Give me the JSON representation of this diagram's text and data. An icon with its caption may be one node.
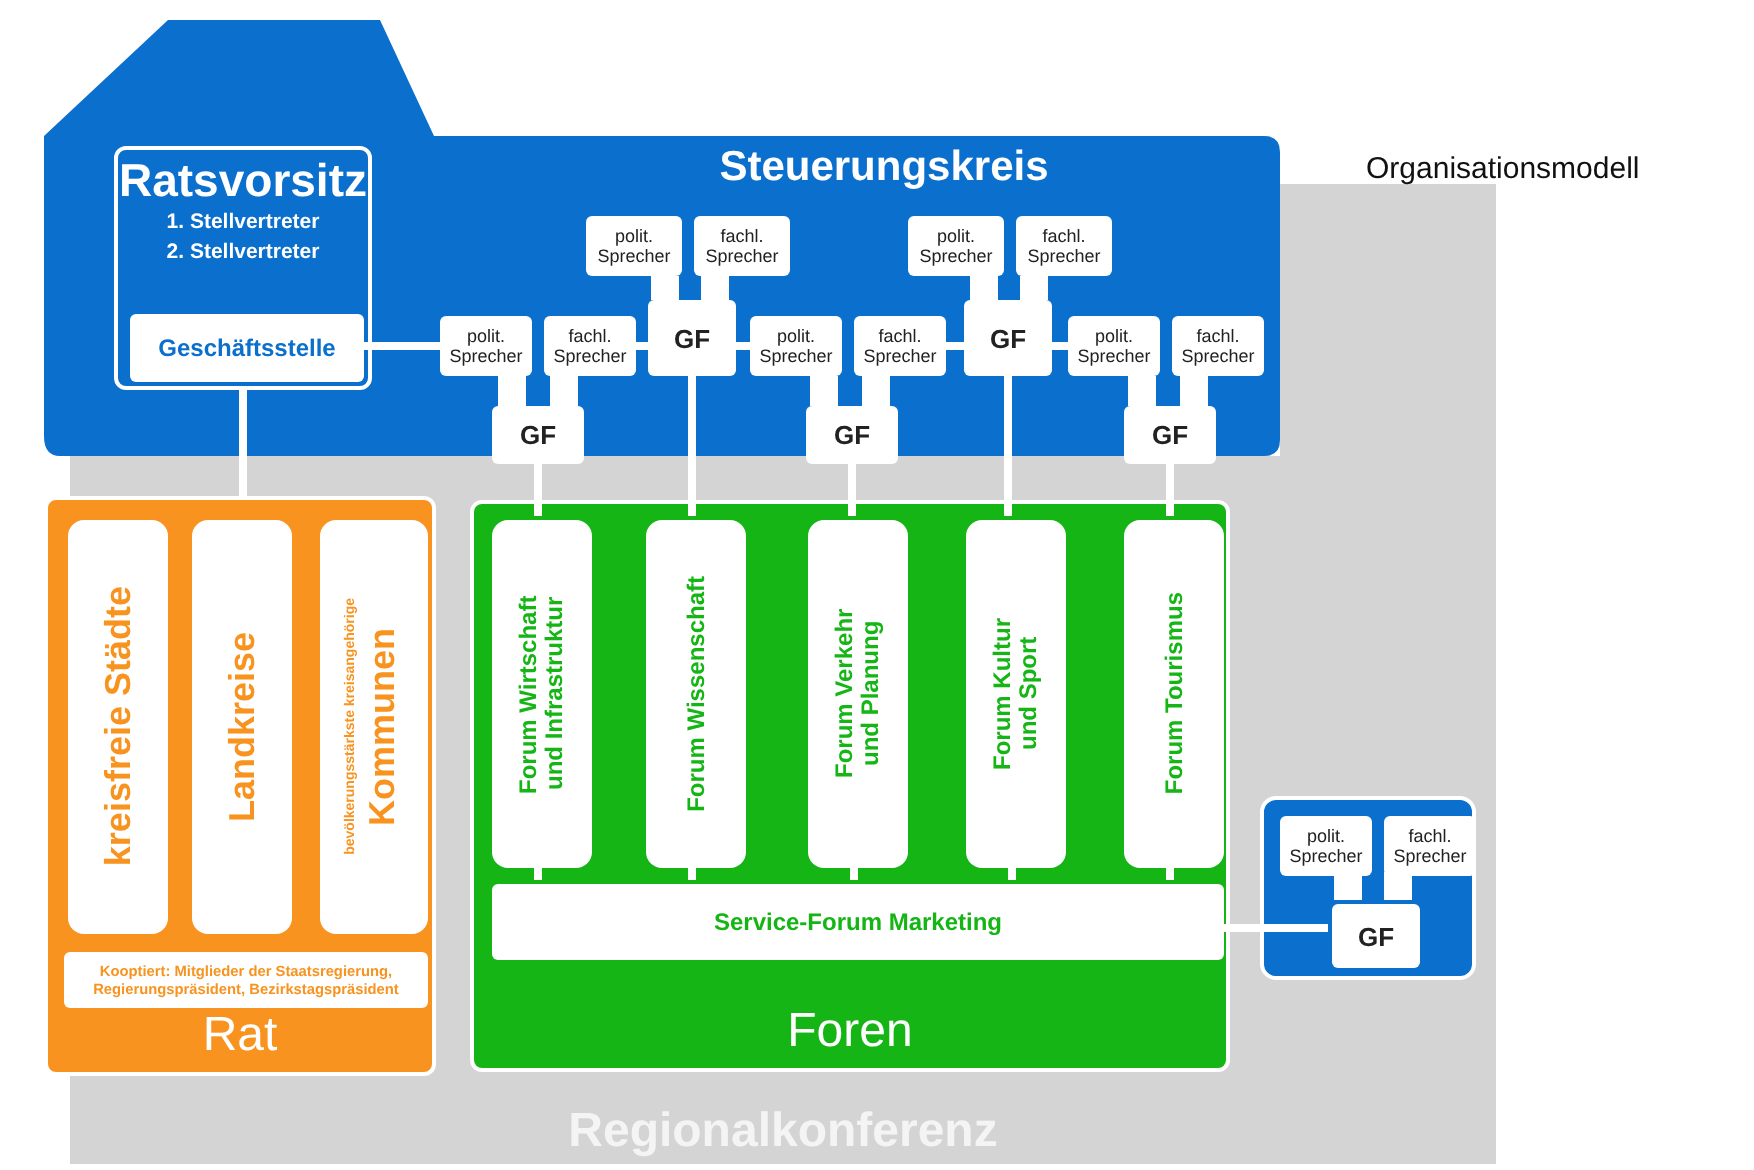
{
  "diagram": {
    "nodes": [
      {
        "text": [
          "Regionalkonferenz"
        ]
      },
      {
        "text": [
          "Steuerungskreis"
        ]
      },
      {
        "text": [
          "Ratsvorsitz",
          "1. Stellvertreter",
          "2. Stellvertreter"
        ],
        "in": 1
      },
      {
        "text": [
          "Geschäftsstelle"
        ],
        "in": 2
      },
      {
        "text": [
          "polit. Sprecher"
        ],
        "in": 1
      },
      {
        "text": [
          "fachl. Sprecher"
        ],
        "in": 1
      },
      {
        "text": [
          "polit. Sprecher"
        ],
        "in": 1
      },
      {
        "text": [
          "fachl. Sprecher"
        ],
        "in": 1
      },
      {
        "text": [
          "polit. Sprecher"
        ],
        "in": 1
      },
      {
        "text": [
          "fachl. Sprecher"
        ],
        "in": 1
      },
      {
        "text": [
          "GF"
        ],
        "in": 1
      },
      {
        "text": [
          "polit. Sprecher"
        ],
        "in": 1
      },
      {
        "text": [
          "fachl. Sprecher"
        ],
        "in": 1
      },
      {
        "text": [
          "GF"
        ],
        "in": 1
      },
      {
        "text": [
          "polit. Sprecher"
        ],
        "in": 1
      },
      {
        "text": [
          "fachl. Sprecher"
        ],
        "in": 1
      },
      {
        "text": [
          "GF"
        ]
      },
      {
        "text": [
          "GF"
        ]
      },
      {
        "text": [
          "GF"
        ]
      },
      {
        "text": [
          "Rat"
        ],
        "in": 0
      },
      {
        "text": [
          "kreisfreie Städte"
        ],
        "in": 19
      },
      {
        "text": [
          "Landkreise"
        ],
        "in": 19
      },
      {
        "text": [
          "bevölkerungsstärkste kreisangehörige",
          "Kommunen"
        ],
        "in": 19
      },
      {
        "text": [
          "Kooptiert: Mitglieder der Staatsregierung, Regierungspräsident, Bezirkstagspräsident"
        ],
        "in": 19
      },
      {
        "text": [
          "Foren"
        ],
        "in": 0
      },
      {
        "text": [
          "Forum Wirtschaft und Infrastruktur"
        ],
        "in": 24
      },
      {
        "text": [
          "Forum Wissenschaft"
        ],
        "in": 24
      },
      {
        "text": [
          "Forum Verkehr und Planung"
        ],
        "in": 24
      },
      {
        "text": [
          "Forum Kultur und Sport"
        ],
        "in": 24
      },
      {
        "text": [
          "Forum Tourismus"
        ],
        "in": 24
      },
      {
        "text": [
          "Service-Forum Marketing"
        ],
        "in": 24
      },
      {
        "text": [],
        "shape": "box",
        "in": 0
      },
      {
        "text": [
          "polit. Sprecher"
        ],
        "in": 31
      },
      {
        "text": [
          "fachl. Sprecher"
        ],
        "in": 31
      },
      {
        "text": [
          "GF"
        ],
        "in": 31
      }
    ],
    "edges": [
      {
        "from": 3,
        "to": 8,
        "arrow": "none"
      },
      {
        "from": 2,
        "to": 19,
        "arrow": "none"
      },
      {
        "from": 8,
        "to": 16,
        "arrow": "none",
        "style": "thick"
      },
      {
        "from": 9,
        "to": 16,
        "arrow": "none",
        "style": "thick"
      },
      {
        "from": 4,
        "to": 10,
        "arrow": "none",
        "style": "thick"
      },
      {
        "from": 5,
        "to": 10,
        "arrow": "none",
        "style": "thick"
      },
      {
        "from": 11,
        "to": 17,
        "arrow": "none",
        "style": "thick"
      },
      {
        "from": 12,
        "to": 17,
        "arrow": "none",
        "style": "thick"
      },
      {
        "from": 6,
        "to": 13,
        "arrow": "none",
        "style": "thick"
      },
      {
        "from": 7,
        "to": 13,
        "arrow": "none",
        "style": "thick"
      },
      {
        "from": 14,
        "to": 18,
        "arrow": "none",
        "style": "thick"
      },
      {
        "from": 15,
        "to": 18,
        "arrow": "none",
        "style": "thick"
      },
      {
        "from": 32,
        "to": 34,
        "arrow": "none",
        "style": "thick"
      },
      {
        "from": 33,
        "to": 34,
        "arrow": "none",
        "style": "thick"
      },
      {
        "from": 9,
        "to": 10,
        "arrow": "none"
      },
      {
        "from": 10,
        "to": 11,
        "arrow": "none"
      },
      {
        "from": 12,
        "to": 13,
        "arrow": "none"
      },
      {
        "from": 13,
        "to": 14,
        "arrow": "none"
      },
      {
        "from": 16,
        "to": 25,
        "arrow": "none"
      },
      {
        "from": 10,
        "to": 26,
        "arrow": "none"
      },
      {
        "from": 17,
        "to": 27,
        "arrow": "none"
      },
      {
        "from": 13,
        "to": 28,
        "arrow": "none"
      },
      {
        "from": 18,
        "to": 29,
        "arrow": "none"
      },
      {
        "from": 25,
        "to": 30,
        "arrow": "none"
      },
      {
        "from": 26,
        "to": 30,
        "arrow": "none"
      },
      {
        "from": 27,
        "to": 30,
        "arrow": "none"
      },
      {
        "from": 28,
        "to": 30,
        "arrow": "none"
      },
      {
        "from": 29,
        "to": 30,
        "arrow": "none"
      },
      {
        "from": 30,
        "to": 34,
        "arrow": "none"
      }
    ],
    "labels": [
      "Organisationsmodell"
    ]
  }
}
